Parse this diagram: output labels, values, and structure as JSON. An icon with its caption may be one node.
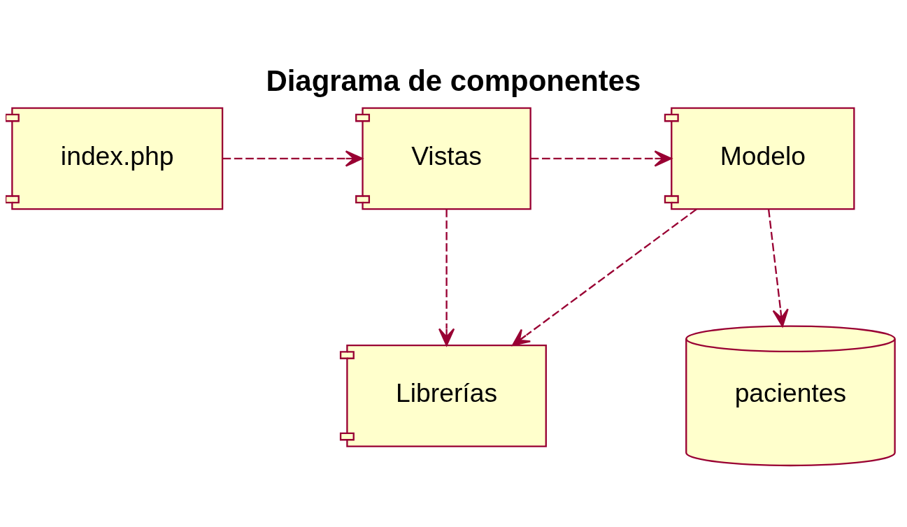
{
  "diagram": {
    "title": "Diagrama de componentes",
    "nodes": [
      {
        "text": [
          "index.php"
        ]
      },
      {
        "text": [
          "Vistas"
        ]
      },
      {
        "text": [
          "Modelo"
        ]
      },
      {
        "text": [
          "Librerías"
        ]
      },
      {
        "text": [
          "pacientes"
        ]
      }
    ],
    "edges": [
      {
        "from": 0,
        "to": 1,
        "arrow": "to",
        "style": "dashed"
      },
      {
        "from": 1,
        "to": 2,
        "arrow": "to",
        "style": "dashed"
      },
      {
        "from": 1,
        "to": 3,
        "arrow": "to",
        "style": "dashed"
      },
      {
        "from": 2,
        "to": 3,
        "arrow": "to",
        "style": "dashed"
      },
      {
        "from": 2,
        "to": 4,
        "arrow": "to",
        "style": "dashed"
      }
    ]
  }
}
